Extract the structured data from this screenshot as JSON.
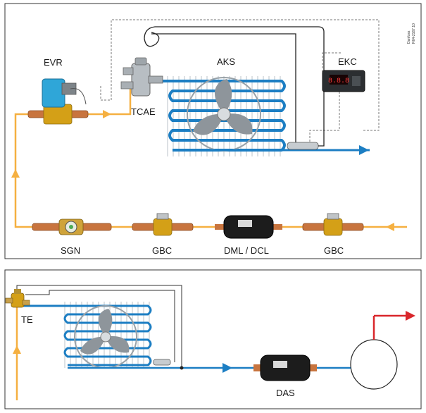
{
  "colors": {
    "refrigerant_liquid": "#f5b041",
    "refrigerant_suction": "#1c7ec3",
    "hot_gas": "#d9262b",
    "frame": "#333333",
    "sensor_line": "#222222",
    "dashed_control": "#666666",
    "copper": "#c8743e",
    "brass": "#d4a017",
    "valve_coil": "#2fa6d8"
  },
  "top_panel": {
    "labels": {
      "evr": "EVR",
      "aks": "AKS",
      "tcae": "TCAE",
      "ekc": "EKC",
      "sgn": "SGN",
      "gbc_left": "GBC",
      "dml_dcl": "DML / DCL",
      "gbc_right": "GBC"
    },
    "controller_display": "8.8.8",
    "side_code_line1": "Danfoss",
    "side_code_line2": "R64-2167.10",
    "icons": [
      "solenoid-valve-icon",
      "expansion-valve-icon",
      "evaporator-icon",
      "fan-icon",
      "temperature-sensor-icon",
      "controller-icon",
      "sight-glass-icon",
      "ball-valve-icon",
      "filter-drier-icon"
    ]
  },
  "bottom_panel": {
    "labels": {
      "te": "TE",
      "das": "DAS"
    },
    "icons": [
      "expansion-valve-icon",
      "evaporator-icon",
      "fan-icon",
      "temperature-sensor-icon",
      "filter-drier-icon",
      "compressor-icon"
    ]
  }
}
